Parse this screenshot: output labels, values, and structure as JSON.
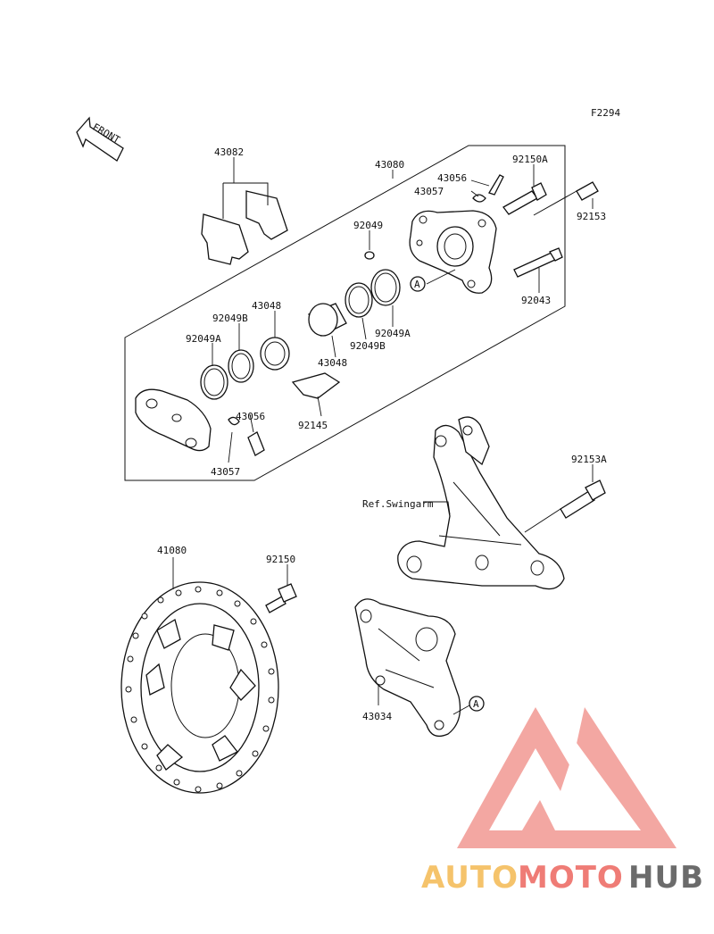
{
  "figure_code": "F2294",
  "front_label": "FRONT",
  "ref_label": "Ref.Swingarm",
  "ref_circle": "A",
  "parts": {
    "p43082": "43082",
    "p43080": "43080",
    "p43056_top": "43056",
    "p43057_top": "43057",
    "p92150A": "92150A",
    "p92153": "92153",
    "p92049": "92049",
    "p92043": "92043",
    "p43048_top": "43048",
    "p92049B_top": "92049B",
    "p92049A_top": "92049A",
    "p92049A_right": "92049A",
    "p92049B_right": "92049B",
    "p43048_bottom": "43048",
    "p43056_bottom": "43056",
    "p92145": "92145",
    "p43057_bottom": "43057",
    "p92153A": "92153A",
    "p41080": "41080",
    "p92150": "92150",
    "p43034": "43034"
  },
  "watermark": {
    "auto": "AUTO",
    "moto": "MOTO",
    "hub": "HUB",
    "color_auto": "#f5c36b",
    "color_moto": "#ef7c76",
    "color_hub": "#6b6b6b",
    "logo_color": "#f08a84"
  }
}
